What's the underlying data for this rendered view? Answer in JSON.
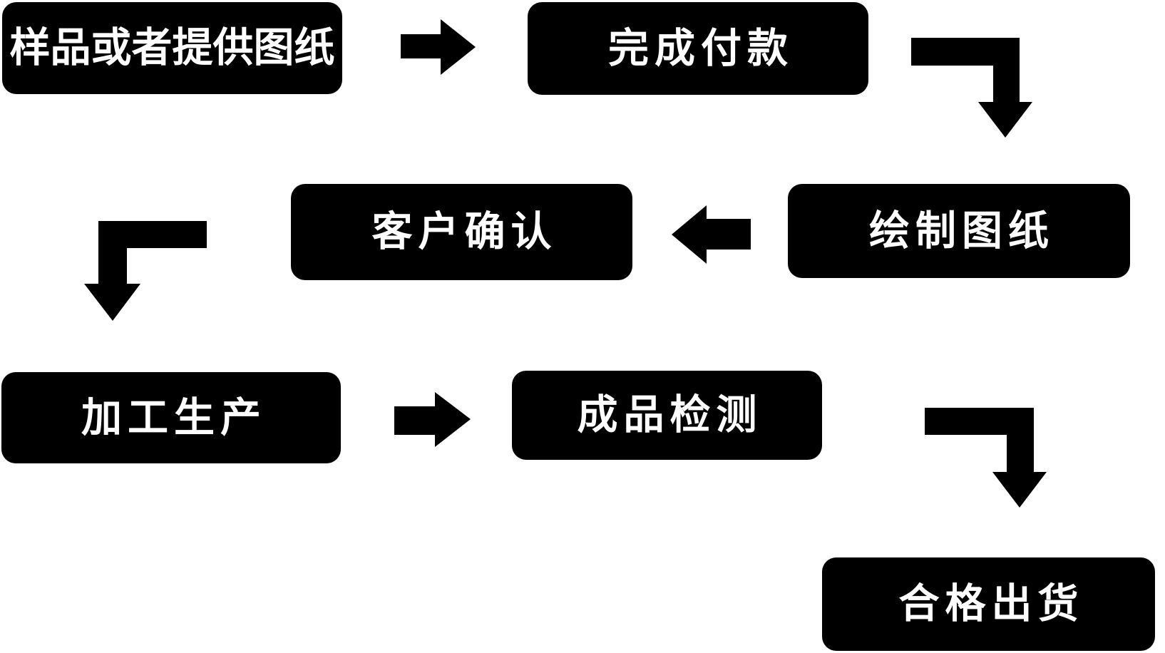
{
  "page": {
    "background_color": "#ffffff"
  },
  "flowchart": {
    "node_fill_color": "#000000",
    "node_text_color": "#ffffff",
    "nodes": [
      {
        "id": "sample-or-drawings",
        "label": "样品或者提供图纸"
      },
      {
        "id": "complete-payment",
        "label": "完成付款"
      },
      {
        "id": "draw-drawings",
        "label": "绘制图纸"
      },
      {
        "id": "customer-confirmation",
        "label": "客户确认"
      },
      {
        "id": "processing-production",
        "label": "加工生产"
      },
      {
        "id": "product-inspection",
        "label": "成品检测"
      },
      {
        "id": "qualified-shipment",
        "label": "合格出货"
      }
    ],
    "edges": [
      {
        "from": "sample-or-drawings",
        "to": "complete-payment",
        "arrow": "right"
      },
      {
        "from": "complete-payment",
        "to": "draw-drawings",
        "arrow": "elbow-right-down"
      },
      {
        "from": "draw-drawings",
        "to": "customer-confirmation",
        "arrow": "left"
      },
      {
        "from": "customer-confirmation",
        "to": "processing-production",
        "arrow": "elbow-down-left"
      },
      {
        "from": "processing-production",
        "to": "product-inspection",
        "arrow": "right"
      },
      {
        "from": "product-inspection",
        "to": "qualified-shipment",
        "arrow": "elbow-right-down"
      }
    ]
  }
}
